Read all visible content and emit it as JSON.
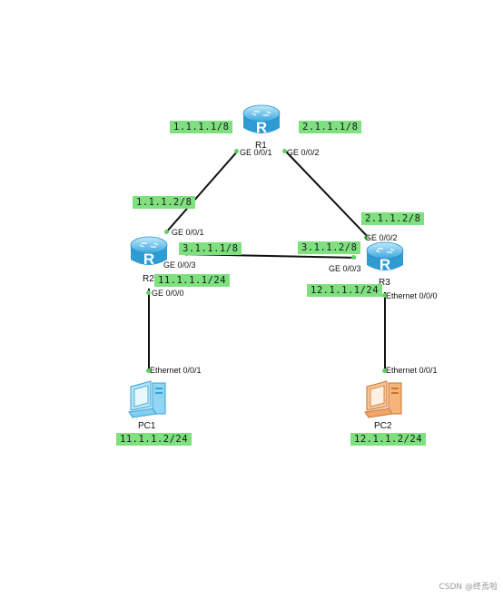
{
  "colors": {
    "label_bg": "#7ee07e",
    "link": "#111111",
    "port_dot": "#5fd35f",
    "router": "#5ec4ef",
    "pc1": "#7fd0f2",
    "pc2": "#f2a566"
  },
  "devices": {
    "r1": {
      "name": "R1",
      "icon": "router-icon"
    },
    "r2": {
      "name": "R2",
      "icon": "router-icon"
    },
    "r3": {
      "name": "R3",
      "icon": "router-icon"
    },
    "pc1": {
      "name": "PC1",
      "icon": "pc-icon"
    },
    "pc2": {
      "name": "PC2",
      "icon": "pc-icon"
    }
  },
  "ip_labels": {
    "r1_g001": "1.1.1.1/8",
    "r1_g002": "2.1.1.1/8",
    "r2_g001": "1.1.1.2/8",
    "r2_g003": "3.1.1.1/8",
    "r2_g000": "11.1.1.1/24",
    "r3_g002": "2.1.1.2/8",
    "r3_g003": "3.1.1.2/8",
    "r3_e000": "12.1.1.1/24",
    "pc1": "11.1.1.2/24",
    "pc2": "12.1.1.2/24"
  },
  "ports": {
    "r1_g001": "GE 0/0/1",
    "r1_g002": "GE 0/0/2",
    "r2_g001": "GE 0/0/1",
    "r2_g003": "GE 0/0/3",
    "r2_g000": "GE 0/0/0",
    "r3_g002": "GE 0/0/2",
    "r3_g003": "GE 0/0/3",
    "r3_e000": "Ethernet 0/0/0",
    "pc1_e001": "Ethernet 0/0/1",
    "pc2_e001": "Ethernet 0/0/1"
  },
  "watermark": "CSDN @终焉啦"
}
